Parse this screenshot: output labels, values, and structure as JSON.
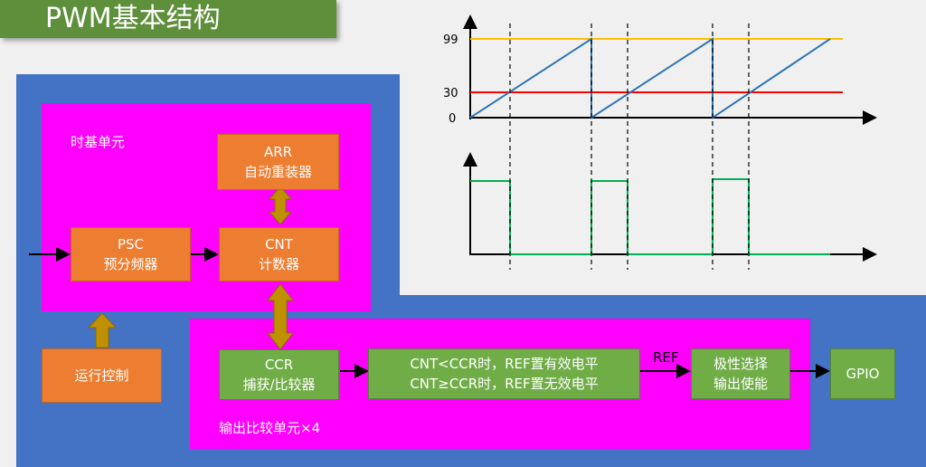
{
  "title": "PWM基本结构",
  "time_base_label": "时基单元",
  "output_compare_label": "输出比较单元×4",
  "blocks": {
    "arr": [
      "ARR",
      "自动重装器"
    ],
    "psc": [
      "PSC",
      "预分频器"
    ],
    "cnt": [
      "CNT",
      "计数器"
    ],
    "run_control": "运行控制",
    "ccr": [
      "CCR",
      "捕获/比较器"
    ],
    "compare_rule": [
      "CNT<CCR时，REF置有效电平",
      "CNT≥CCR时，REF置无效电平"
    ],
    "polarity": [
      "极性选择",
      "输出使能"
    ],
    "gpio": "GPIO"
  },
  "ref_label": "REF",
  "waveform": {
    "y_ticks": [
      "99",
      "30",
      "0"
    ],
    "arr_value": 99,
    "ccr_value": 30,
    "colors": {
      "arr_line": "#ffc000",
      "ccr_line": "#ff0000",
      "sawtooth": "#2e75b6",
      "pwm": "#00b050"
    }
  },
  "colors": {
    "title_bg": "#5e8f3a",
    "panel_blue": "#4472c4",
    "unit_pink": "#ff00ff",
    "orange_block": "#ed7d31",
    "green_block": "#70ad47",
    "arrow_gold": "#bf9000"
  }
}
